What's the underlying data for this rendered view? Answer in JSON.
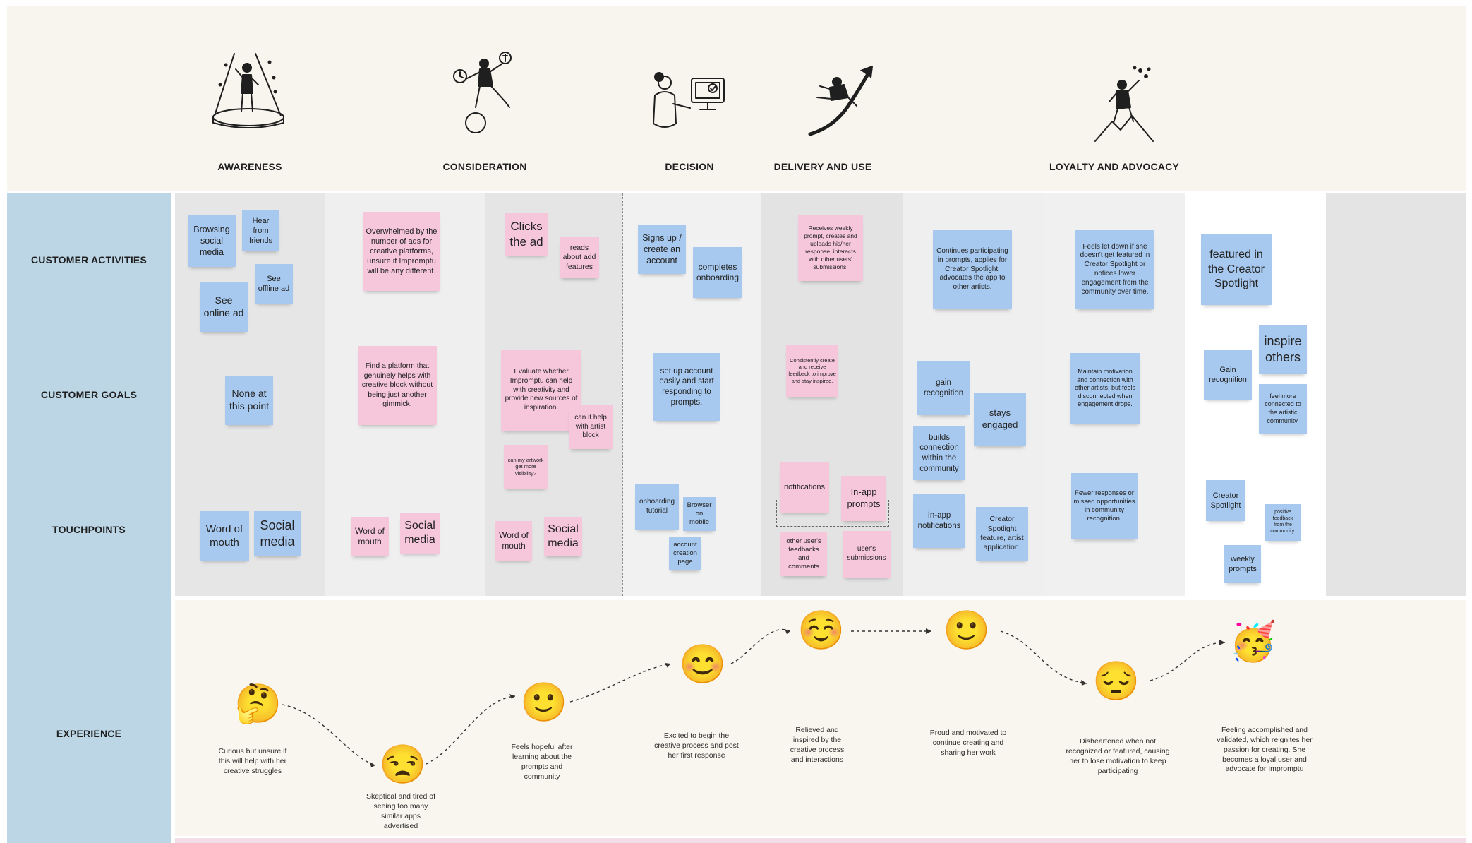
{
  "stages": [
    {
      "id": "awareness",
      "title": "AWARENESS"
    },
    {
      "id": "consideration",
      "title": "CONSIDERATION"
    },
    {
      "id": "decision",
      "title": "DECISION"
    },
    {
      "id": "delivery",
      "title": "DELIVERY AND USE"
    },
    {
      "id": "loyalty",
      "title": "LOYALTY AND ADVOCACY"
    }
  ],
  "rows": {
    "activities": "CUSTOMER ACTIVITIES",
    "goals": "CUSTOMER GOALS",
    "touchpoints": "TOUCHPOINTS",
    "experience": "EXPERIENCE"
  },
  "illustrations": {
    "awareness": "spotlight-stage-icon",
    "consideration": "juggling-figure-icon",
    "decision": "person-at-computer-icon",
    "delivery": "rising-arrow-figure-icon",
    "loyalty": "summit-celebration-icon"
  },
  "notes": {
    "aw_browsing": "Browsing social media",
    "aw_hear": "Hear from friends",
    "aw_offline": "See offline ad",
    "aw_online": "See online ad",
    "aw_goal": "None at this point",
    "aw_tp_word": "Word of mouth",
    "aw_tp_social": "Social media",
    "c1_overwhelmed": "Overwhelmed by the number of ads for creative platforms, unsure if Impromptu will be any different.",
    "c1_find": "Find a platform that genuinely helps with creative block without being just another gimmick.",
    "c1_tp_word": "Word of mouth",
    "c1_tp_social": "Social media",
    "c2_clicks": "Clicks the ad",
    "c2_reads": "reads about add features",
    "c2_evaluate": "Evaluate whether Impromptu can help with creativity and provide new sources of inspiration.",
    "c2_artist_block": "can it help with artist block",
    "c2_visibility": "can my artwork get more visibility?",
    "c2_tp_word": "Word of mouth",
    "c2_tp_social": "Social media",
    "d_signs": "Signs up / create an account",
    "d_completes": "completes onboarding",
    "d_setup": "set up account easily and start responding to prompts.",
    "d_tutorial": "onboarding tutorial",
    "d_browser": "Browser on mobile",
    "d_account_page": "account creation page",
    "u_receives": "Receives weekly prompt, creates and uploads his/her response, interacts with other users' submissions.",
    "u_consistently": "Consistently create and receive feedback to improve and stay inspired.",
    "u_notifications": "notifications",
    "u_inapp": "In-app prompts",
    "u_feedbacks": "other user's feedbacks and comments",
    "u_submissions": "user's submissions",
    "u2_continues": "Continues participating in prompts, applies for Creator Spotlight, advocates the app to other artists.",
    "u2_gain": "gain recognition",
    "u2_stays": "stays engaged",
    "u2_builds": "builds connection within the community",
    "u2_inapp_notif": "In-app notifications",
    "u2_spotlight_feature": "Creator Spotlight feature, artist application.",
    "l1_letdown": "Feels let down if she doesn't get featured in Creator Spotlight or notices lower engagement from the community over time.",
    "l1_maintain": "Maintain motivation and connection with other artists, but feels disconnected when engagement drops.",
    "l1_fewer": "Fewer responses or missed opportunities in community recognition.",
    "l2_featured": "featured in the Creator Spotlight",
    "l2_gain": "Gain recognition",
    "l2_inspire": "inspire others",
    "l2_connected": "feel more connected to the artistic community.",
    "l2_tp_spotlight": "Creator Spotlight",
    "l2_tp_feedback": "positive feedback from the community.",
    "l2_tp_weekly": "weekly prompts"
  },
  "experience": [
    {
      "emoji": "🤔",
      "emoji_name": "thinking-face-icon",
      "text": "Curious but unsure if this will help with her creative struggles"
    },
    {
      "emoji": "😒",
      "emoji_name": "unamused-face-icon",
      "text": "Skeptical and tired of seeing too many similar apps advertised"
    },
    {
      "emoji": "🙂",
      "emoji_name": "slightly-smiling-face-icon",
      "text": "Feels hopeful after learning about the prompts and community"
    },
    {
      "emoji": "😊",
      "emoji_name": "smiling-face-icon",
      "text": "Excited to begin the creative process and post her first response"
    },
    {
      "emoji": "☺️",
      "emoji_name": "relieved-smile-face-icon",
      "text": "Relieved and inspired by the creative process and interactions"
    },
    {
      "emoji": "🙂",
      "emoji_name": "content-face-icon",
      "text": "Proud and motivated to continue creating and sharing her work"
    },
    {
      "emoji": "😔",
      "emoji_name": "pensive-face-icon",
      "text": "Disheartened when not recognized or featured, causing her to lose motivation to keep participating"
    },
    {
      "emoji": "🥳",
      "emoji_name": "partying-face-icon",
      "text": "Feeling accomplished and validated, which reignites her passion for creating. She becomes a loyal user and advocate for Impromptu"
    }
  ],
  "colors": {
    "header_bg": "#f7f5ee",
    "side_bg": "#bcd6e6",
    "blue_note": "#a8c9ef",
    "pink_note": "#f6c6da",
    "col_gray": "#e8e8e8",
    "col_light": "#f2f2f2"
  }
}
